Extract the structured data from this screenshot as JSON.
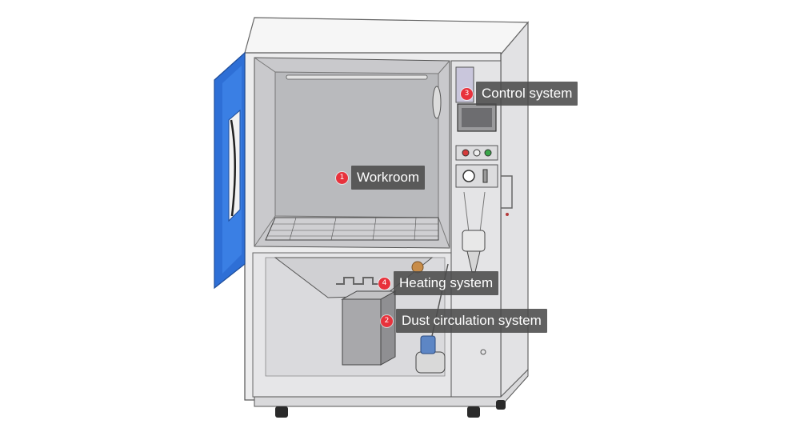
{
  "callouts": [
    {
      "number": "1",
      "label": "Workroom"
    },
    {
      "number": "2",
      "label": "Dust circulation system"
    },
    {
      "number": "3",
      "label": "Control system"
    },
    {
      "number": "4",
      "label": "Heating system"
    }
  ],
  "colors": {
    "badge": "#e8323c",
    "label_background": "#4b4b4b",
    "door": "#2e6fd6",
    "cabinet_frame": "#e9e9ea"
  },
  "icons": {
    "door_handle": "door-handle-icon",
    "touch_screen": "touch-screen-icon",
    "caster_wheel": "caster-wheel-icon"
  }
}
